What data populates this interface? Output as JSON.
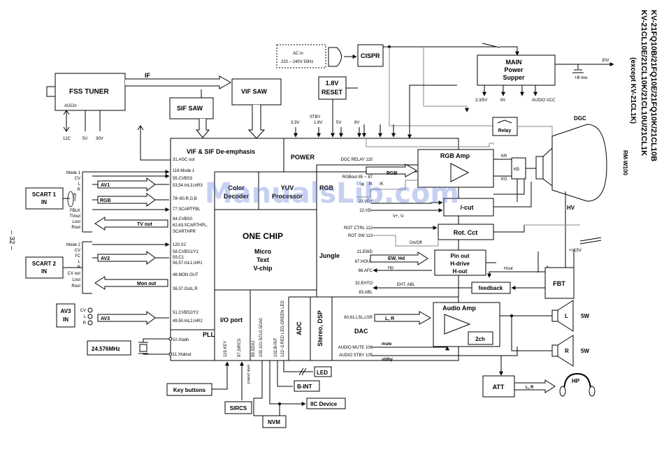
{
  "page_number": "– 32 –",
  "title": {
    "model_line1": "KV-21FQ10B/21FQ10E/21FQ10K/21CL10B",
    "model_line2": "KV-21CL10E/21CL10K/21CL10U/21CL1K",
    "exception": "(except KV-21CL1K)",
    "remote": "RM-W100"
  },
  "watermark": "ManualsLib.com",
  "blocks": {
    "fss_tuner": "FSS TUNER",
    "agc_in": "AGCin",
    "tuner_12c": "12C",
    "tuner_5v": "5V",
    "tuner_30v": "30V",
    "if_label": "IF",
    "vif_saw": "VIF SAW",
    "sif_saw": "SIF SAW",
    "ac_in_1": "AC in",
    "ac_in_2": "220 – 240V 50Hz",
    "cispr": "CISPR",
    "reset_1": "1.8V",
    "reset_2": "RESET",
    "main_power_1": "MAIN",
    "main_power_2": "Power",
    "main_power_3": "Supper",
    "out_30v": "30V",
    "b_line": "+B line",
    "ps_33v": "3.3/5V",
    "ps_8v": "8V",
    "ps_audio": "AUDIO VCC",
    "relay": "Relay",
    "dgc": "DGC",
    "hv": "HV",
    "rgb_amp": "RGB Amp",
    "kr": "KR",
    "kg": "KG",
    "kb": "KB",
    "ik_label": "IK",
    "l_cut": "/-cut",
    "rot_cct": "Rot. Cct",
    "on_off": "On/Off",
    "pin_out_1": "Pin out",
    "pin_out_2": "H-drive",
    "pin_out_3": "H-out",
    "hout": "Hout",
    "plus15v": "+/-15V",
    "fbt": "FBT",
    "feedback": "feedback",
    "eht_abl": "EHT, ABL",
    "audio_amp": "Audio Amp",
    "two_ch": "2ch",
    "spk_l": "L",
    "spk_r": "R",
    "spk_5w_l": "5W",
    "spk_5w_r": "5W",
    "att": "ATT",
    "att_lr": "L, R",
    "hp": "HP",
    "led": "LED",
    "b_int": "B-INT",
    "iic_device": "IIC Device",
    "nvm": "NVM",
    "sircs": "SIRCS",
    "key_buttons": "Key buttons",
    "crystal": "24.576MHz",
    "write_protect": "write protect"
  },
  "scart1": {
    "label_1": "SCART 1",
    "label_2": "IN",
    "pins": [
      "Mode 1",
      "CV",
      "L",
      "R",
      "",
      "",
      "",
      "FBLK",
      "TVout",
      "Lout",
      "Rout"
    ],
    "av1": "AV1",
    "rgb": "RGB",
    "rgb_circle": "RGB",
    "tv_out": "TV out"
  },
  "scart2": {
    "label_1": "SCART 2",
    "label_2": "IN",
    "pins": [
      "Mode 2",
      "CV",
      "YC",
      "L",
      "R",
      "CV out",
      "Lout",
      "Rout"
    ],
    "av2": "AV2",
    "mon_out": "Mon out"
  },
  "av3": {
    "label_1": "AV3",
    "label_2": "IN",
    "pins": [
      "CV",
      "L",
      "R"
    ],
    "av3": "AV3"
  },
  "chip": {
    "vif_sif": "VIF & SIF De-emphasis",
    "power": "POWER",
    "color_1": "Color",
    "color_2": "Decoder",
    "yuv_1": "YUV",
    "yuv_2": "Processor",
    "rgb": "RGB",
    "one_chip": "ONE CHIP",
    "micro": "Micro",
    "text": "Text",
    "vchip": "V-chip",
    "jungle": "Jungle",
    "io_port": "I/O port",
    "pll": "PLL",
    "adc": "ADC",
    "stereo_dsp": "Stereo, DSP",
    "dac": "DAC",
    "stby": "STBY",
    "pwr_pins": [
      "3.3V",
      "1.8V",
      "5V",
      "8V"
    ],
    "left_pins": [
      "31.AGC out",
      "116.Mode 1",
      "55.CVBS3",
      "53,54.InL3,InR3",
      "78~80.R,G,B",
      "77.SCARTFBL",
      "64.CVBS0",
      "62,63.SCARTHPL,",
      "SCARTHPR",
      "120.S2",
      "58.CVBS1/Y1",
      "59.C1",
      "56,57.InL1,InR1",
      "48.MON OUT",
      "36,37.OutL,R",
      "51.CVBS2/Y2",
      "49,50.InL2,InR2",
      "10.Xtalin",
      "11.Xtalout"
    ],
    "right_pins": [
      "DGC RELAY 115",
      "RGBout 85 ~ 87",
      "IK",
      "23.VD+",
      "22.VD-",
      "ROT CTRL 112",
      "ROT SW 113",
      "21.EWD",
      "67.HOUT",
      "66.AFC",
      "32.EHTO",
      "83.ABL",
      "60,61.LSL,LSR",
      "AUDIO MUTE 106",
      "AUDIO STBY 105"
    ],
    "bottom_pins": [
      "119.KEY",
      "97.SIRCS",
      "99.SDA1",
      "100,101.SCL0,SDA0",
      "102.B-INT",
      "122~3.RED LED,GREEN LED"
    ]
  },
  "signals": {
    "rgb": "RGB",
    "ik": "IK",
    "vv": "V+, V-",
    "ew_hd": "EW, Hd",
    "hp": "Hp",
    "lr": "L, R",
    "mute": "mute",
    "stdby": "stdby"
  }
}
